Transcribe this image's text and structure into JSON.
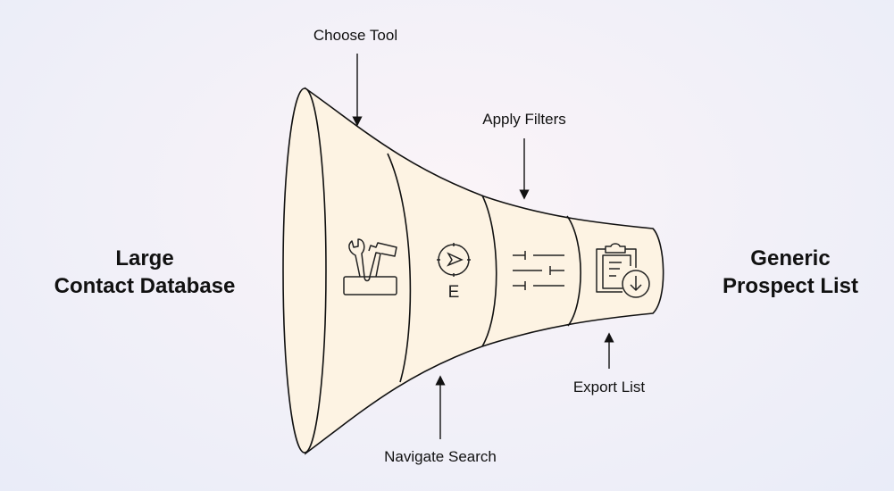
{
  "left_title": {
    "line1": "Large",
    "line2": "Contact Database"
  },
  "right_title": {
    "line1": "Generic",
    "line2": "Prospect List"
  },
  "steps": [
    {
      "label": "Choose Tool",
      "icon": "toolbox-icon"
    },
    {
      "label": "Navigate Search",
      "icon": "compass-icon",
      "icon_text": "E"
    },
    {
      "label": "Apply Filters",
      "icon": "sliders-icon"
    },
    {
      "label": "Export List",
      "icon": "clipboard-download-icon"
    }
  ],
  "colors": {
    "funnel_fill": "#fdf3e3",
    "stroke": "#111111"
  }
}
